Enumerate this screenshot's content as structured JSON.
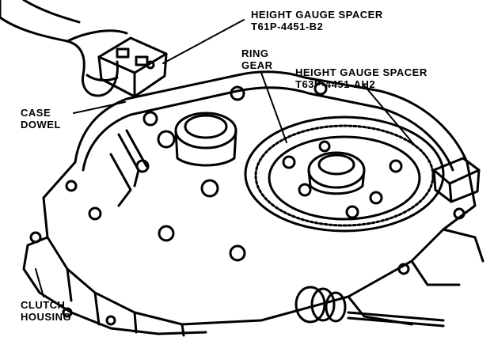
{
  "labels": {
    "spacer_b2": {
      "line1": "HEIGHT GAUGE SPACER",
      "line2": "T61P-4451-B2"
    },
    "ring_gear": {
      "line1": "RING",
      "line2": "GEAR"
    },
    "spacer_ah2": {
      "line1": "HEIGHT GAUGE SPACER",
      "line2": "T63P-4451-AH2"
    },
    "case_dowel": {
      "line1": "CASE",
      "line2": "DOWEL"
    },
    "clutch_housing": {
      "line1": "CLUTCH",
      "line2": "HOUSING"
    }
  },
  "colors": {
    "ink": "#000000",
    "paper": "#ffffff"
  }
}
